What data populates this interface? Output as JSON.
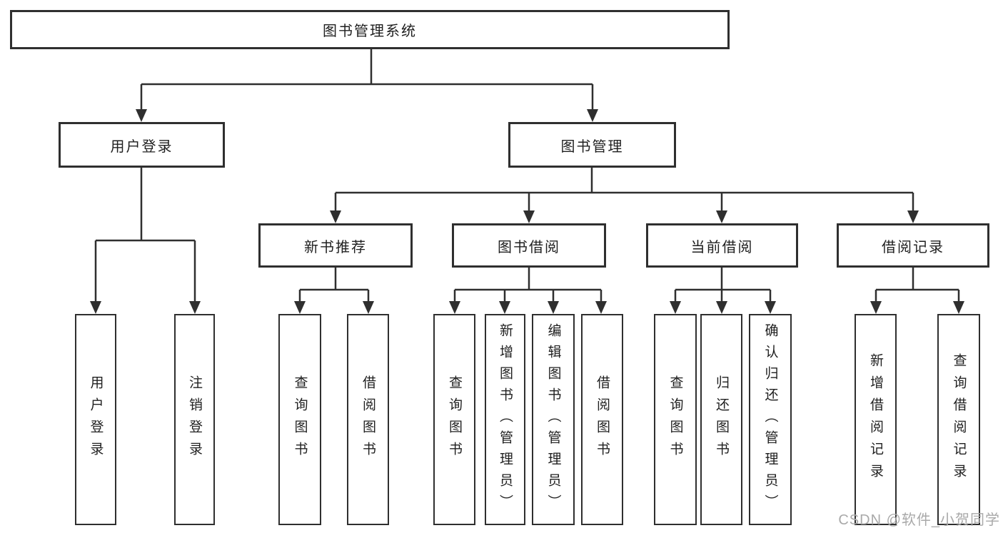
{
  "diagram": {
    "title": "图书管理系统",
    "watermark": "CSDN @软件_小贺同学",
    "colors": {
      "border": "#2f2f2f",
      "line": "#2f2f2f",
      "text": "#1f1f1f",
      "watermark": "#a9a9a9",
      "background": "#ffffff"
    },
    "level2": [
      {
        "label": "用户登录"
      },
      {
        "label": "图书管理"
      }
    ],
    "level3": [
      {
        "label": "新书推荐"
      },
      {
        "label": "图书借阅"
      },
      {
        "label": "当前借阅"
      },
      {
        "label": "借阅记录"
      }
    ],
    "leaves": [
      {
        "label": "用户登录"
      },
      {
        "label": "注销登录"
      },
      {
        "label": "查询图书"
      },
      {
        "label": "借阅图书"
      },
      {
        "label": "查询图书"
      },
      {
        "label": "新增图书（管理员）"
      },
      {
        "label": "编辑图书（管理员）"
      },
      {
        "label": "借阅图书"
      },
      {
        "label": "查询图书"
      },
      {
        "label": "归还图书"
      },
      {
        "label": "确认归还（管理员）"
      },
      {
        "label": "新增借阅记录"
      },
      {
        "label": "查询借阅记录"
      }
    ]
  }
}
